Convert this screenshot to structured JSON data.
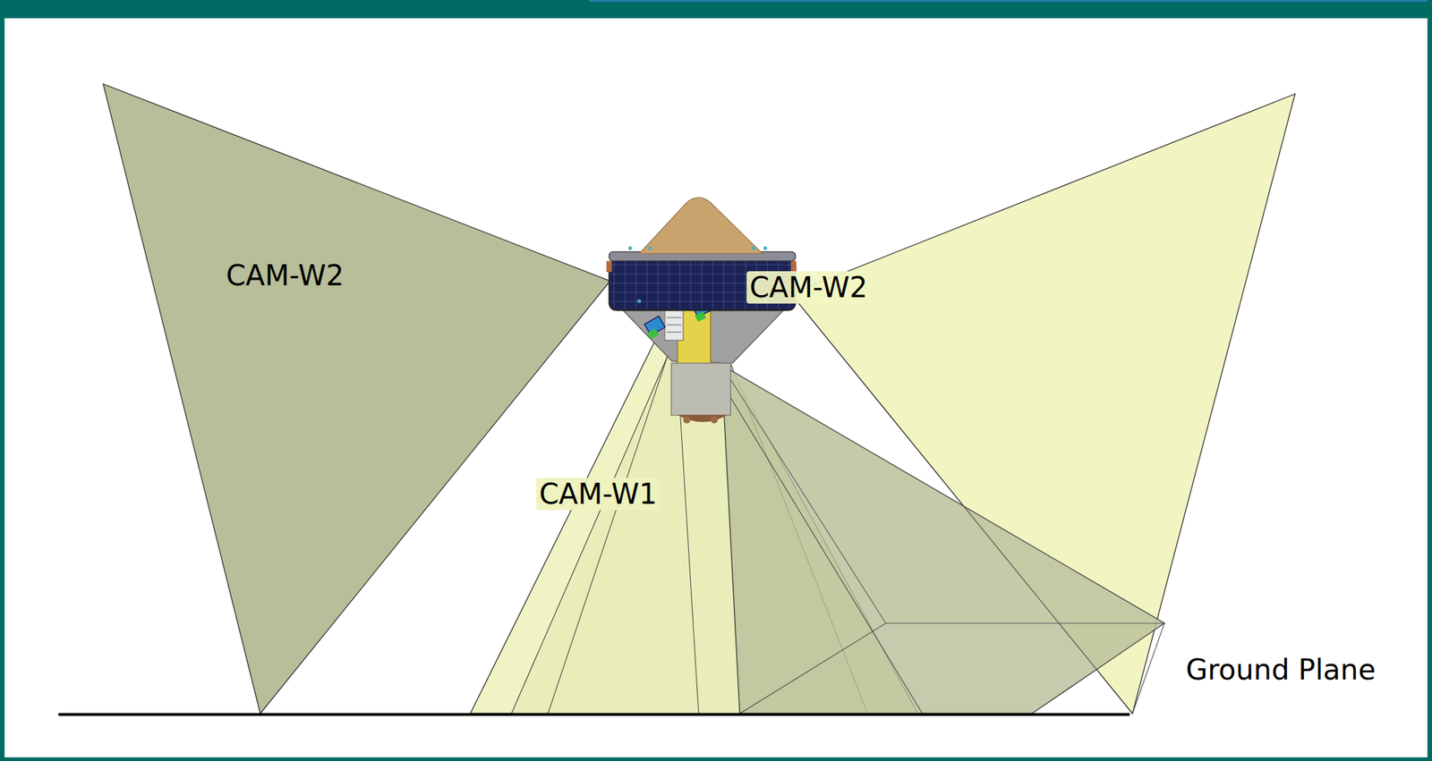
{
  "diagram": {
    "labels": [
      "CAM-W2",
      "CAM-W2",
      "CAM-W1",
      "Ground Plane"
    ]
  }
}
